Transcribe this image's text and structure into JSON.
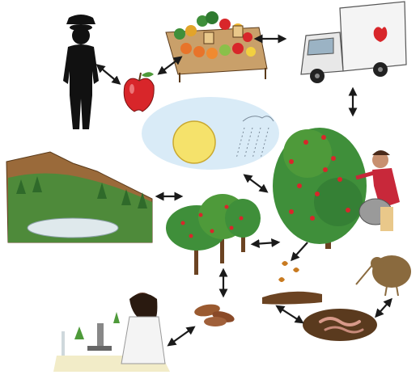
{
  "diagram": {
    "nodes": [
      {
        "id": "consumer",
        "icon": "person-silhouette-icon"
      },
      {
        "id": "apple",
        "icon": "apple-icon"
      },
      {
        "id": "market",
        "icon": "produce-stall-icon"
      },
      {
        "id": "truck",
        "icon": "delivery-truck-icon"
      },
      {
        "id": "weather",
        "icon": "sun-rain-icon"
      },
      {
        "id": "landscape",
        "icon": "mountain-lake-icon"
      },
      {
        "id": "orchard",
        "icon": "orchard-trees-icon"
      },
      {
        "id": "apple-tree",
        "icon": "apple-tree-icon"
      },
      {
        "id": "grower",
        "icon": "person-picking-apples-icon"
      },
      {
        "id": "leaves",
        "icon": "fallen-leaves-icon"
      },
      {
        "id": "soil",
        "icon": "soil-icon"
      },
      {
        "id": "worms",
        "icon": "earthworms-icon"
      },
      {
        "id": "kiwi",
        "icon": "kiwi-bird-icon"
      },
      {
        "id": "pests",
        "icon": "insect-grubs-icon"
      },
      {
        "id": "scientist",
        "icon": "scientist-microscope-icon"
      }
    ],
    "connections": [
      {
        "from": "consumer",
        "to": "apple",
        "arrow": "double"
      },
      {
        "from": "apple",
        "to": "market",
        "arrow": "double"
      },
      {
        "from": "market",
        "to": "truck",
        "arrow": "double"
      },
      {
        "from": "truck",
        "to": "apple-tree",
        "arrow": "double"
      },
      {
        "from": "weather",
        "to": "apple-tree",
        "arrow": "double"
      },
      {
        "from": "landscape",
        "to": "orchard",
        "arrow": "double"
      },
      {
        "from": "orchard",
        "to": "apple-tree",
        "arrow": "double"
      },
      {
        "from": "apple-tree",
        "to": "leaves",
        "arrow": "single"
      },
      {
        "from": "orchard",
        "to": "pests",
        "arrow": "double"
      },
      {
        "from": "pests",
        "to": "scientist",
        "arrow": "double"
      },
      {
        "from": "soil",
        "to": "worms",
        "arrow": "double"
      },
      {
        "from": "worms",
        "to": "kiwi",
        "arrow": "double"
      }
    ],
    "colors": {
      "arrow": "#1a1a1a",
      "foliage": "#3f8f3a",
      "apple_red": "#d8262a",
      "soil_brown": "#6b4322",
      "sky_blue": "#cfe6f5",
      "sun_yellow": "#f5e26b"
    }
  }
}
